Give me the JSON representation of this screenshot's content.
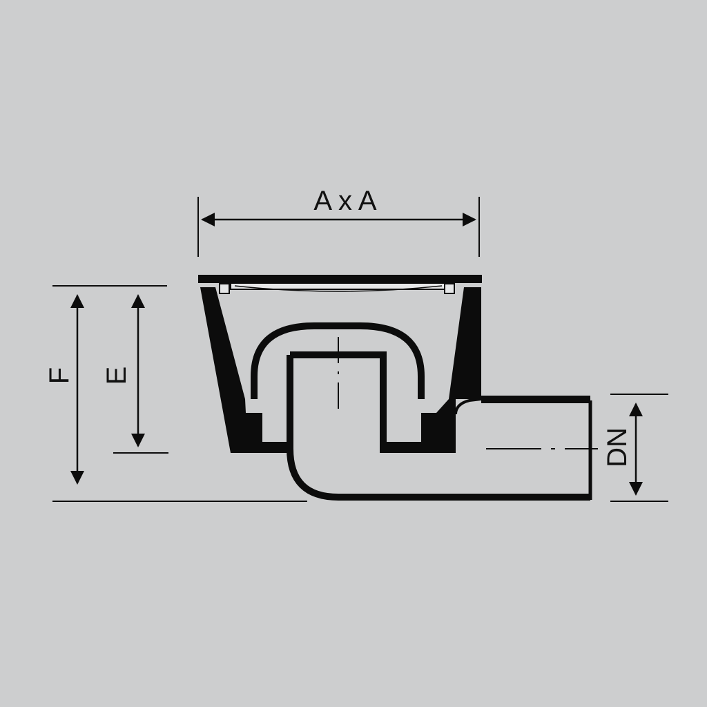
{
  "diagram": {
    "type": "technical-drawing",
    "subject": "floor-drain-cross-section",
    "colors": {
      "background": "#cdcecf",
      "ink": "#0c0c0c",
      "grate": "#e6e7e8"
    },
    "dimensions": {
      "width_label": "A x A",
      "height_total_label": "F",
      "height_body_label": "E",
      "outlet_label": "DN"
    }
  }
}
